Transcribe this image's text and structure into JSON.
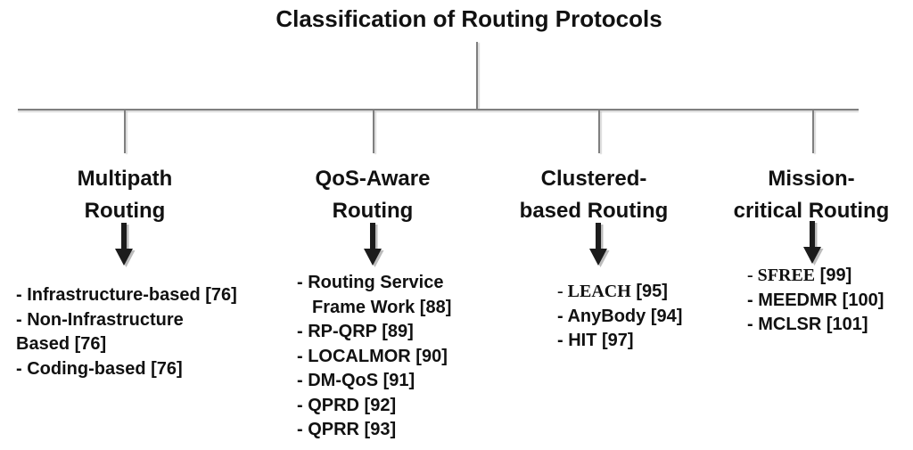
{
  "title": "Classification of Routing Protocols",
  "colors": {
    "background": "#ffffff",
    "text": "#111111",
    "connector_line": "#7f7f7f",
    "arrow": "#1c1c1c",
    "arrow_shadow": "#bcbcbc"
  },
  "branches": [
    {
      "heading_line1": "Multipath",
      "heading_line2": "Routing",
      "items": [
        "- Infrastructure-based [76]",
        "- Non-Infrastructure",
        "Based [76]",
        "- Coding-based [76]"
      ]
    },
    {
      "heading_line1": "QoS-Aware",
      "heading_line2": "Routing",
      "items": [
        "- Routing Service",
        "Frame Work [88]",
        "- RP-QRP [89]",
        "- LOCALMOR [90]",
        "- DM-QoS [91]",
        "- QPRD [92]",
        "- QPRR [93]"
      ]
    },
    {
      "heading_line1": "Clustered-",
      "heading_line2": "based Routing",
      "items": [
        {
          "serif": "- LEACH",
          "rest": " [95]"
        },
        "- AnyBody [94]",
        "- HIT [97]"
      ]
    },
    {
      "heading_line1": "Mission-",
      "heading_line2": "critical Routing",
      "items": [
        {
          "serif": "- SFREE",
          "rest": " [99]"
        },
        "- MEEDMR [100]",
        "- MCLSR [101]"
      ]
    }
  ]
}
